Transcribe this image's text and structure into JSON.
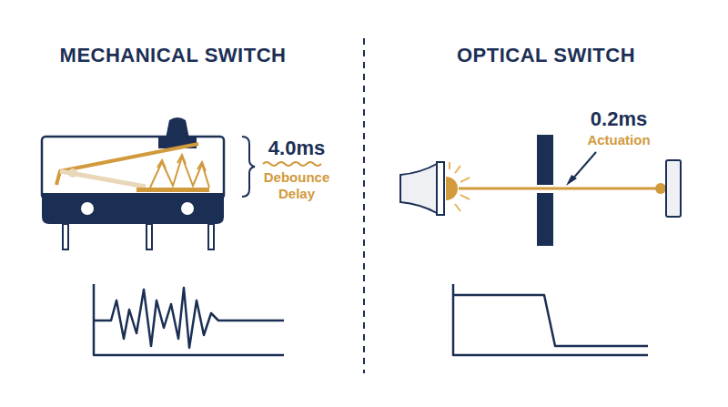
{
  "diagram": {
    "labels": [
      "MECHANICAL SWITCH",
      "OPTICAL SWITCH",
      "4.0ms",
      "Debounce Delay",
      "0.2ms",
      "Actuation"
    ]
  }
}
